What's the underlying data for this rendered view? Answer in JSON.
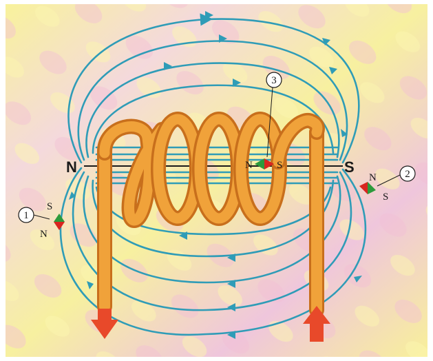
{
  "poles": {
    "north": "N",
    "south": "S"
  },
  "compasses": [
    {
      "number": "1",
      "top_label": "S",
      "bottom_label": "N"
    },
    {
      "number": "2",
      "top_label": "N",
      "bottom_label": "S"
    },
    {
      "number": "3",
      "left_label": "N",
      "right_label": "S"
    }
  ],
  "colors": {
    "field_line": "#2f9cb7",
    "coil": "#f0a23a",
    "coil_shadow": "#c86f1c",
    "current_arrow": "#e8492a",
    "needle_red": "#d8261f",
    "needle_green": "#2c9a3c",
    "background_yellow": "#f6ee8c",
    "background_pink": "#f2c7d6"
  }
}
